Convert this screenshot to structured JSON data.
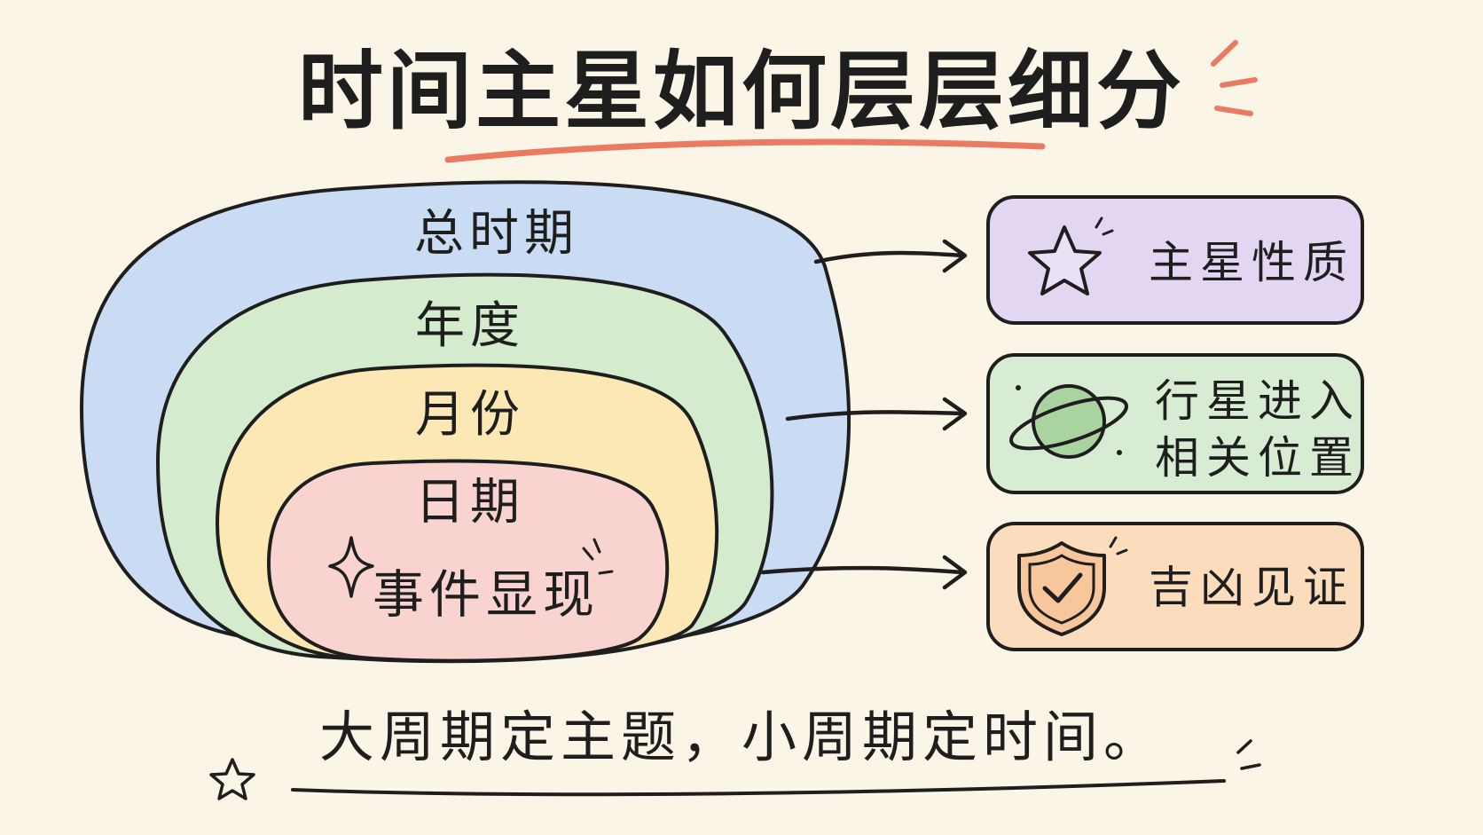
{
  "title": "时间主星如何层层细分",
  "layers": [
    {
      "label": "总时期",
      "color": "#c9dcf4"
    },
    {
      "label": "年度",
      "color": "#d5ebce"
    },
    {
      "label": "月份",
      "color": "#fbe8b4"
    },
    {
      "label": "日期",
      "color": "#f9d3cf"
    }
  ],
  "core_label": "事件显现",
  "outcomes": [
    {
      "label": "主星性质",
      "icon": "star-icon",
      "color": "#e2d6f2"
    },
    {
      "label_line1": "行星进入",
      "label_line2": "相关位置",
      "icon": "planet-icon",
      "color": "#d8ecd4"
    },
    {
      "label": "吉凶见证",
      "icon": "shield-check-icon",
      "color": "#fbdcbc"
    }
  ],
  "tagline": "大周期定主题，小周期定时间。",
  "accent_color": "#ea7a62"
}
